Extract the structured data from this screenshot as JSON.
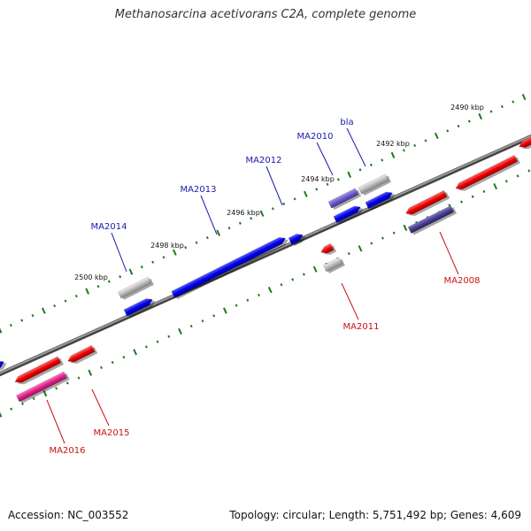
{
  "title": "Methanosarcina acetivorans C2A, complete genome",
  "footer": {
    "accession": "Accession: NC_003552",
    "summary": "Topology: circular; Length: 5,751,492 bp; Genes: 4,609"
  },
  "scale_labels": [
    "2500 kbp",
    "2498 kbp",
    "2496 kbp",
    "2494 kbp",
    "2492 kbp",
    "2490 kbp"
  ],
  "genes_forward": [
    "MA2014",
    "MA2013",
    "MA2012",
    "MA2010",
    "bla"
  ],
  "genes_reverse": [
    "MA2016",
    "MA2015",
    "MA2011",
    "MA2008"
  ],
  "colors": {
    "forward_label": "#1a1aa8",
    "reverse_label": "#cc1111",
    "backbone": "#777777",
    "ticks": "#1a7a1a"
  }
}
